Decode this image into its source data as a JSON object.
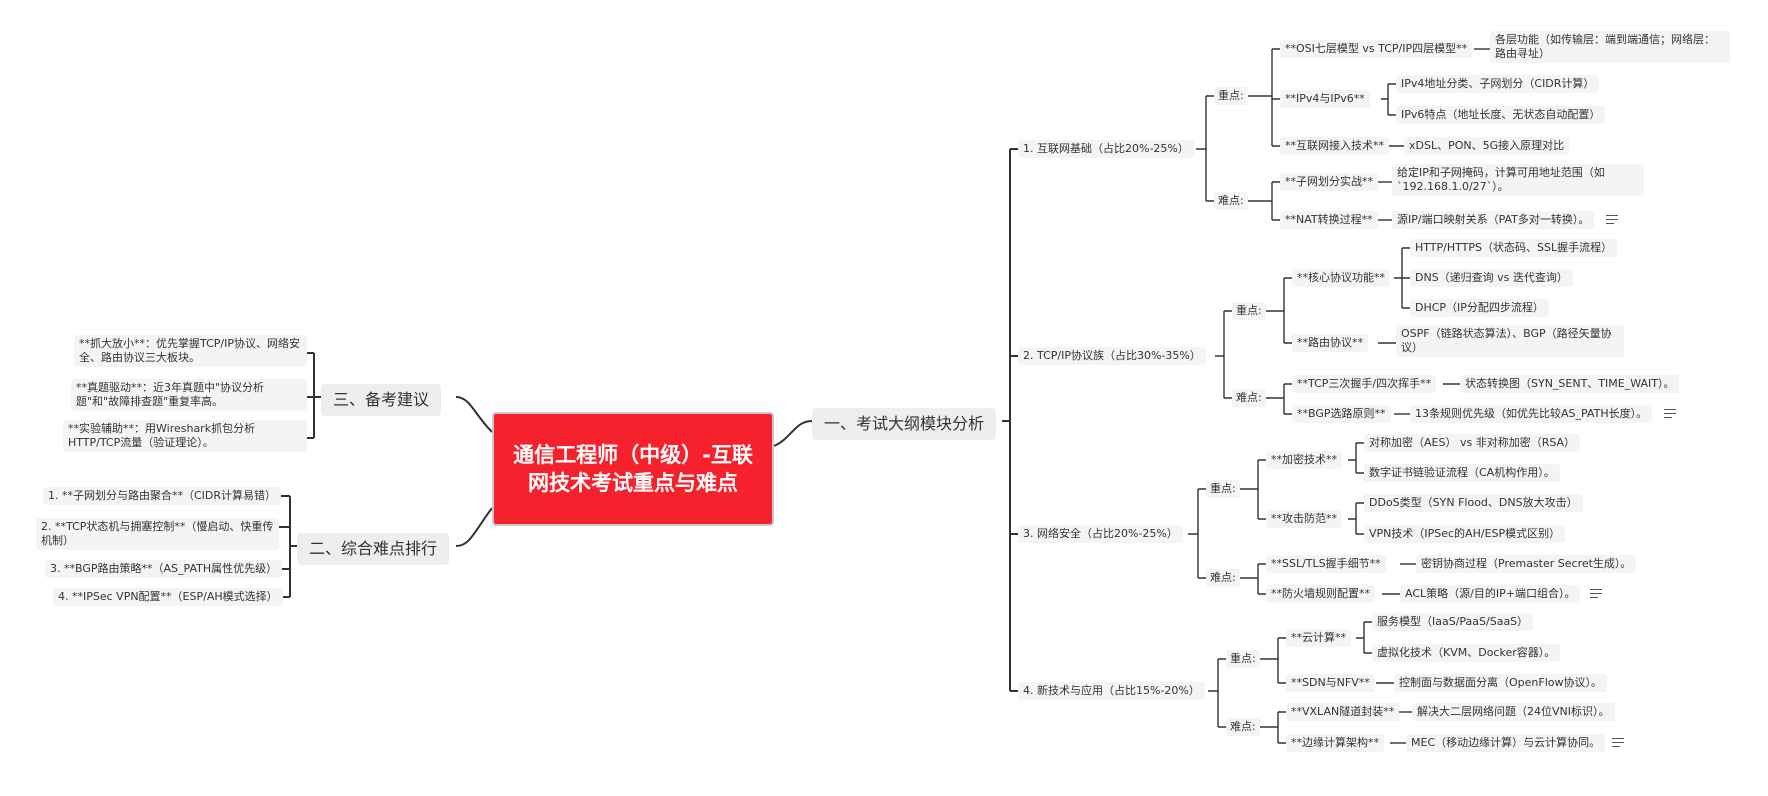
{
  "root": {
    "title": "通信工程师（中级）-互联网技术考试重点与难点"
  },
  "colors": {
    "root_fill": "#f5222d",
    "line": "#333333",
    "node_fill": "#f4f4f4"
  },
  "right": {
    "label": "一、考试大纲模块分析",
    "modules": [
      {
        "label": "1. 互联网基础（占比20%-25%）",
        "key_label": "重点:",
        "key": [
          {
            "label": "**OSI七层模型 vs TCP/IP四层模型**",
            "items": [
              "各层功能（如传输层：端到端通信；网络层：路由寻址）"
            ]
          },
          {
            "label": "**IPv4与IPv6**",
            "items": [
              "IPv4地址分类、子网划分（CIDR计算）",
              "IPv6特点（地址长度、无状态自动配置）"
            ]
          },
          {
            "label": "**互联网接入技术**",
            "items": [
              "xDSL、PON、5G接入原理对比"
            ]
          }
        ],
        "hard_label": "难点:",
        "hard": [
          {
            "label": "**子网划分实战**",
            "items": [
              "给定IP和子网掩码，计算可用地址范围（如`192.168.1.0/27`）。"
            ]
          },
          {
            "label": "**NAT转换过程**",
            "items": [
              "源IP/端口映射关系（PAT多对一转换）。"
            ]
          }
        ]
      },
      {
        "label": "2. TCP/IP协议族（占比30%-35%）",
        "key_label": "重点:",
        "key": [
          {
            "label": "**核心协议功能**",
            "items": [
              "HTTP/HTTPS（状态码、SSL握手流程）",
              "DNS（递归查询 vs 迭代查询）",
              "DHCP（IP分配四步流程）"
            ]
          },
          {
            "label": "**路由协议**",
            "items": [
              "OSPF（链路状态算法）、BGP（路径矢量协议）"
            ]
          }
        ],
        "hard_label": "难点:",
        "hard": [
          {
            "label": "**TCP三次握手/四次挥手**",
            "items": [
              "状态转换图（SYN_SENT、TIME_WAIT）。"
            ]
          },
          {
            "label": "**BGP选路原则**",
            "items": [
              "13条规则优先级（如优先比较AS_PATH长度）。"
            ]
          }
        ]
      },
      {
        "label": "3. 网络安全（占比20%-25%）",
        "key_label": "重点:",
        "key": [
          {
            "label": "**加密技术**",
            "items": [
              "对称加密（AES） vs 非对称加密（RSA）",
              "数字证书链验证流程（CA机构作用）。"
            ]
          },
          {
            "label": "**攻击防范**",
            "items": [
              "DDoS类型（SYN Flood、DNS放大攻击）",
              "VPN技术（IPSec的AH/ESP模式区别）"
            ]
          }
        ],
        "hard_label": "难点:",
        "hard": [
          {
            "label": "**SSL/TLS握手细节**",
            "items": [
              "密钥协商过程（Premaster Secret生成）。"
            ]
          },
          {
            "label": "**防火墙规则配置**",
            "items": [
              "ACL策略（源/目的IP+端口组合）。"
            ]
          }
        ]
      },
      {
        "label": "4. 新技术与应用（占比15%-20%）",
        "key_label": "重点:",
        "key": [
          {
            "label": "**云计算**",
            "items": [
              "服务模型（IaaS/PaaS/SaaS）",
              "虚拟化技术（KVM、Docker容器）。"
            ]
          },
          {
            "label": "**SDN与NFV**",
            "items": [
              "控制面与数据面分离（OpenFlow协议）。"
            ]
          }
        ],
        "hard_label": "难点:",
        "hard": [
          {
            "label": "**VXLAN隧道封装**",
            "items": [
              "解决大二层网络问题（24位VNI标识）。"
            ]
          },
          {
            "label": "**边缘计算架构**",
            "items": [
              "MEC（移动边缘计算）与云计算协同。"
            ]
          }
        ]
      }
    ]
  },
  "left_top": {
    "label": "三、备考建议",
    "items": [
      "**抓大放小**：优先掌握TCP/IP协议、网络安全、路由协议三大板块。",
      "**真题驱动**：近3年真题中\"协议分析题\"和\"故障排查题\"重复率高。",
      "**实验辅助**：用Wireshark抓包分析HTTP/TCP流量（验证理论）。"
    ]
  },
  "left_bottom": {
    "label": "二、综合难点排行",
    "items": [
      "1. **子网划分与路由聚合**（CIDR计算易错）",
      "2. **TCP状态机与拥塞控制**（慢启动、快重传机制）",
      "3. **BGP路由策略**（AS_PATH属性优先级）",
      "4. **IPSec VPN配置**（ESP/AH模式选择）"
    ]
  }
}
